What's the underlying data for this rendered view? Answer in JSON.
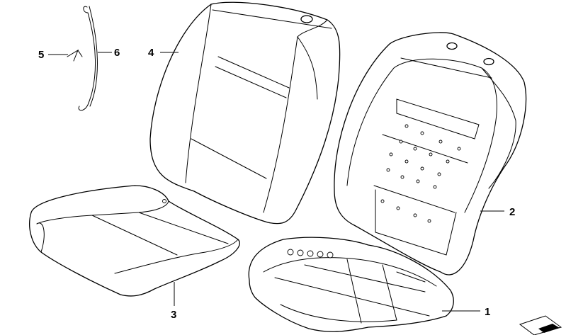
{
  "callouts": [
    {
      "id": "1",
      "label": "1"
    },
    {
      "id": "2",
      "label": "2"
    },
    {
      "id": "3",
      "label": "3"
    },
    {
      "id": "4",
      "label": "4"
    },
    {
      "id": "5",
      "label": "5"
    },
    {
      "id": "6",
      "label": "6"
    }
  ],
  "colors": {
    "line": "#000000",
    "fill": "#ffffff"
  },
  "icons": {
    "corner_mark": "arrow-mark-icon"
  }
}
